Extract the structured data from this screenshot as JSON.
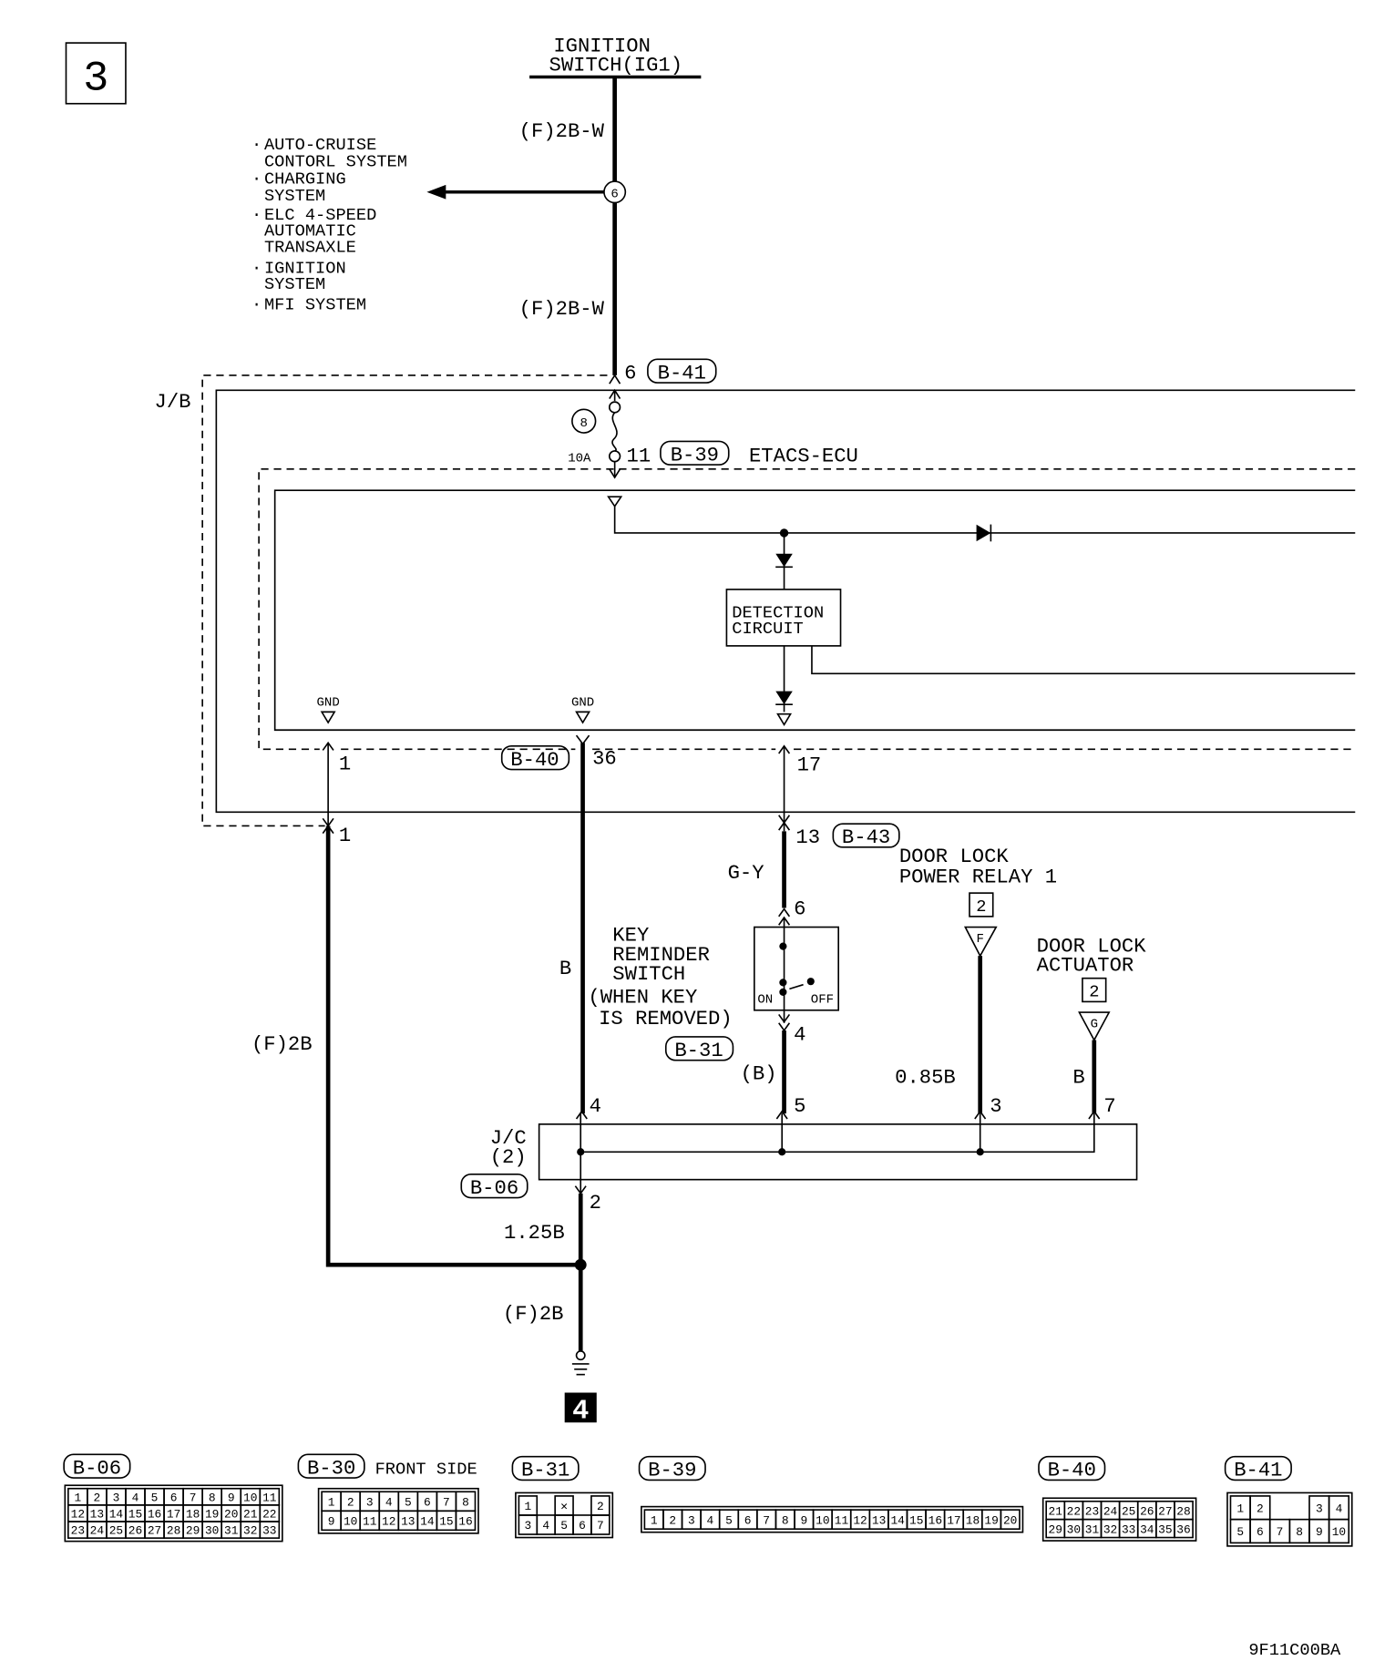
{
  "page_number": "3",
  "source": {
    "line1": "IGNITION",
    "line2": "SWITCH(IG1)"
  },
  "wire_upper": "(F)2B-W",
  "wire_lower": "(F)2B-W",
  "splice": "6",
  "systems": [
    {
      "bullet": "·",
      "line1": "AUTO-CRUISE",
      "line2": "CONTORL SYSTEM"
    },
    {
      "bullet": "·",
      "line1": "CHARGING",
      "line2": "SYSTEM"
    },
    {
      "bullet": "·",
      "line1": "ELC 4-SPEED",
      "line2": "AUTOMATIC",
      "line3": "TRANSAXLE"
    },
    {
      "bullet": "·",
      "line1": "IGNITION",
      "line2": "SYSTEM"
    },
    {
      "bullet": "·",
      "line1": "MFI SYSTEM"
    }
  ],
  "jb": {
    "label": "J/B",
    "pin_in": "6",
    "conn_in": "B-41",
    "fuse_no": "8",
    "fuse_rating": "10A",
    "pin_out": "11",
    "conn_out": "B-39"
  },
  "ecu": {
    "label": "ETACS-ECU",
    "detection": {
      "line1": "DETECTION",
      "line2": "CIRCUIT"
    },
    "gnd1": "GND",
    "gnd2": "GND",
    "pin_gnd": "1",
    "pin_jb_gnd": "1",
    "conn_gnd": "B-40",
    "pin_36": "36",
    "pin_17": "17"
  },
  "key_switch": {
    "pin_13": "13",
    "conn_13": "B-43",
    "wire": "G-Y",
    "pin_6": "6",
    "line1": "KEY",
    "line2": "REMINDER",
    "line3": "SWITCH",
    "line4": "(WHEN KEY",
    "line5": "IS REMOVED)",
    "conn": "B-31",
    "on": "ON",
    "off": "OFF",
    "pin_4": "4",
    "wire_out": "(B)",
    "pin_5": "5"
  },
  "relay": {
    "line1": "DOOR LOCK",
    "line2": "POWER RELAY 1",
    "ref": "2",
    "mark": "F",
    "wire": "0.85B",
    "pin": "3"
  },
  "actuator": {
    "line1": "DOOR LOCK",
    "line2": "ACTUATOR",
    "ref": "2",
    "mark": "G",
    "wire": "B",
    "pin": "7"
  },
  "jc": {
    "line1": "J/C",
    "line2": "(2)",
    "conn": "B-06",
    "pin_4": "4",
    "pin_2": "2",
    "wire_in": "B",
    "wire_out": "1.25B",
    "wire_ground": "(F)2B",
    "wire_left": "(F)2B"
  },
  "ground_ref": "4",
  "connectors": [
    {
      "id": "B-06",
      "rows": [
        [
          "1",
          "2",
          "3",
          "4",
          "5",
          "6",
          "7",
          "8",
          "9",
          "10",
          "11"
        ],
        [
          "12",
          "13",
          "14",
          "15",
          "16",
          "17",
          "18",
          "19",
          "20",
          "21",
          "22"
        ],
        [
          "23",
          "24",
          "25",
          "26",
          "27",
          "28",
          "29",
          "30",
          "31",
          "32",
          "33"
        ]
      ]
    },
    {
      "id": "B-30",
      "note": "FRONT SIDE",
      "rows": [
        [
          "1",
          "2",
          "3",
          "4",
          "5",
          "6",
          "7",
          "8"
        ],
        [
          "9",
          "10",
          "11",
          "12",
          "13",
          "14",
          "15",
          "16"
        ]
      ]
    },
    {
      "id": "B-31",
      "rows": [
        [
          "1",
          "",
          "✕",
          "",
          "2"
        ],
        [
          "3",
          "4",
          "5",
          "6",
          "7"
        ]
      ]
    },
    {
      "id": "B-39",
      "rows": [
        [
          "1",
          "2",
          "3",
          "4",
          "5",
          "6",
          "7",
          "8",
          "9",
          "10",
          "11",
          "12",
          "13",
          "14",
          "15",
          "16",
          "17",
          "18",
          "19",
          "20"
        ]
      ]
    },
    {
      "id": "B-40",
      "rows": [
        [
          "21",
          "22",
          "23",
          "24",
          "25",
          "26",
          "27",
          "28"
        ],
        [
          "29",
          "30",
          "31",
          "32",
          "33",
          "34",
          "35",
          "36"
        ]
      ]
    },
    {
      "id": "B-41",
      "rows": [
        [
          "1",
          "2",
          "",
          "",
          "3",
          "4"
        ],
        [
          "5",
          "6",
          "7",
          "8",
          "9",
          "10"
        ]
      ]
    }
  ],
  "figure_code": "9F11C00BA"
}
